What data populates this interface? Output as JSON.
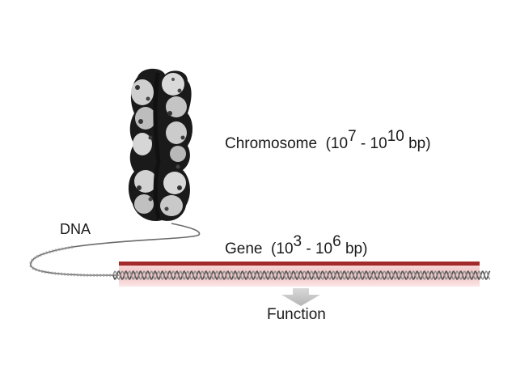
{
  "labels": {
    "chromosome": {
      "name": "Chromosome",
      "size_open": "(10",
      "exp_low": "7",
      "range_sep": " - 10",
      "exp_high": "10",
      "unit": " bp)"
    },
    "dna": "DNA",
    "gene": {
      "name": "Gene",
      "size_open": "(10",
      "exp_low": "3",
      "range_sep": " - 10",
      "exp_high": "6",
      "unit": " bp)"
    },
    "function": "Function"
  },
  "colors": {
    "gene_bar": "#a32a2a",
    "gene_highlight": "#f2c4c4",
    "dna_strand": "#555555",
    "arrow": "#c8c8c8",
    "chromosome_dark": "#1a1a1a",
    "chromosome_light": "#d9d9d9"
  },
  "icons": {
    "chromosome": "chromosome-illustration",
    "arrow": "down-arrow-icon"
  }
}
